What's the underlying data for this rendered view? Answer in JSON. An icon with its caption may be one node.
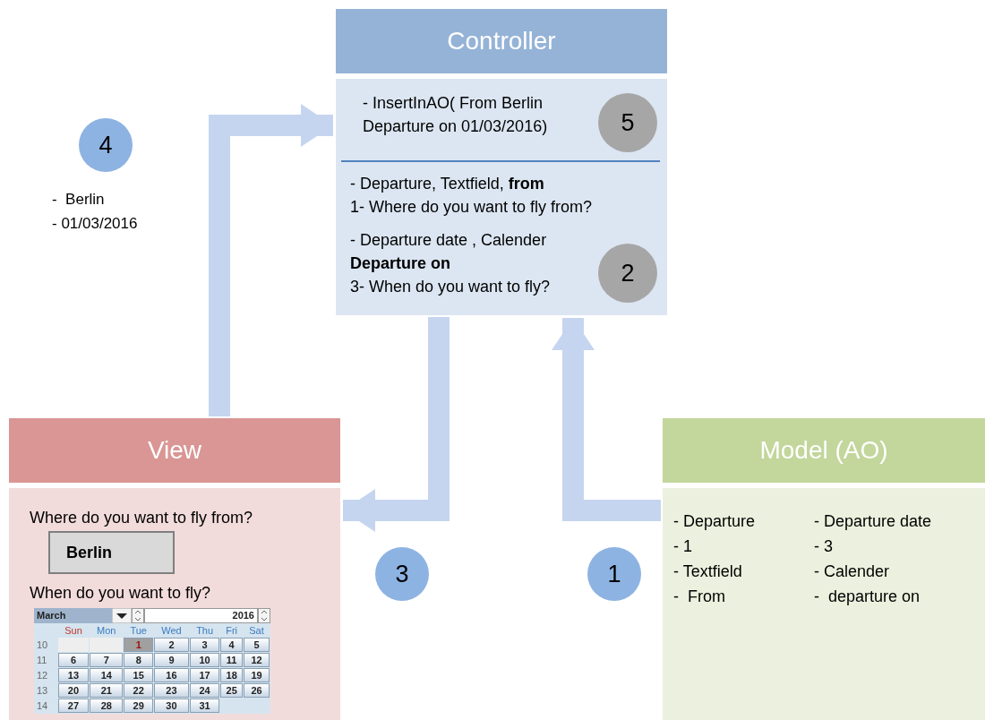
{
  "diagram": {
    "nodes": [
      {
        "text": [
          "Controller"
        ]
      },
      {
        "text": [
          "- InsertInAO( From Berlin Departure on 01/03/2016)",
          "-  Departure, Textfield, **from** 1- Where do you want to fly from?",
          "- Departure date , Calender **Departure on** 3- When do you want to fly?"
        ]
      },
      {
        "text": [
          "5"
        ],
        "in": 1
      },
      {
        "text": [
          "2"
        ],
        "in": 1
      },
      {
        "text": [
          "4"
        ],
        "beside": [
          "-  Berlin",
          "- 01/03/2016"
        ]
      },
      {
        "text": [
          "View"
        ]
      },
      {
        "text": [
          "Where do you want to fly from?",
          "When do you want to fly?"
        ]
      },
      {
        "text": [
          "Berlin"
        ],
        "in": 6
      },
      {
        "text": [
          "3"
        ]
      },
      {
        "text": [
          "1"
        ]
      },
      {
        "text": [
          "Model (AO)"
        ]
      },
      {
        "text": [
          "- Departure",
          "- 1",
          "- Textfield",
          "-  From",
          "- Departure date",
          "- 3",
          "- Calender",
          "-  departure on"
        ]
      }
    ],
    "edges": [
      {
        "from": 5,
        "to": 1,
        "arrow": "to"
      },
      {
        "from": 1,
        "to": 6,
        "arrow": "to"
      },
      {
        "from": 11,
        "to": 1,
        "arrow": "to"
      }
    ],
    "labels": [
      "March",
      "2016",
      "Sun",
      "Mon",
      "Tue",
      "Wed",
      "Thu",
      "Fri",
      "Sat",
      "10",
      "1",
      "2",
      "3",
      "4",
      "5",
      "11",
      "6",
      "7",
      "8",
      "9",
      "10",
      "11",
      "12",
      "12",
      "13",
      "14",
      "15",
      "16",
      "17",
      "18",
      "19",
      "13",
      "20",
      "21",
      "22",
      "23",
      "24",
      "25",
      "26",
      "14",
      "27",
      "28",
      "29",
      "30",
      "31"
    ]
  }
}
